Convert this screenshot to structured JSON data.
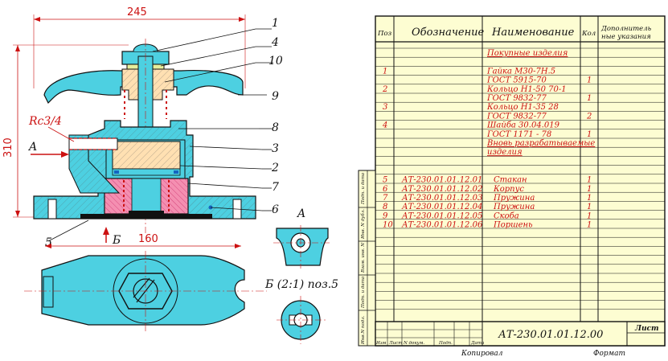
{
  "drawing": {
    "dims": {
      "width": "245",
      "height": "310",
      "bottom_width": "160",
      "thread": "Rc3/4"
    },
    "callouts": [
      "1",
      "4",
      "10",
      "9",
      "8",
      "3",
      "2",
      "7",
      "6",
      "5"
    ],
    "views": {
      "a_arrow": "A",
      "b_arrow": "Б",
      "a_view": "A",
      "b_view": "Б (2:1) поз.5"
    }
  },
  "spec": {
    "headers": {
      "pos": "Поз",
      "designation": "Обозначение",
      "name": "Наименование",
      "qty": "Кол",
      "notes": "Дополнитель ные указания"
    },
    "rows": [
      {
        "pos": "",
        "designation": "",
        "name": "Покупные изделия",
        "qty": "",
        "underline": true
      },
      {
        "pos": "",
        "designation": "",
        "name": "",
        "qty": ""
      },
      {
        "pos": "1",
        "designation": "",
        "name": "Гайка М30-7Н.5",
        "qty": ""
      },
      {
        "pos": "",
        "designation": "",
        "name": "ГОСТ 5915-70",
        "qty": "1"
      },
      {
        "pos": "2",
        "designation": "",
        "name": "Кольцо Н1-50   70-1",
        "qty": ""
      },
      {
        "pos": "",
        "designation": "",
        "name": "ГОСТ 9832-77",
        "qty": "1"
      },
      {
        "pos": "3",
        "designation": "",
        "name": "Кольцо  Н1-35 28",
        "qty": ""
      },
      {
        "pos": "",
        "designation": "",
        "name": "ГОСТ 9832-77",
        "qty": "2"
      },
      {
        "pos": "4",
        "designation": "",
        "name": "Шайба 30.04.019",
        "qty": ""
      },
      {
        "pos": "",
        "designation": "",
        "name": "ГОСТ 1171 - 78",
        "qty": "1"
      },
      {
        "pos": "",
        "designation": "",
        "name": "Вновь разрабатываемые",
        "qty": "",
        "underline": true
      },
      {
        "pos": "",
        "designation": "",
        "name": "изделия",
        "qty": "",
        "underline": true
      },
      {
        "pos": "",
        "designation": "",
        "name": "",
        "qty": ""
      },
      {
        "pos": "5",
        "designation": "АТ-230.01.01.12.01",
        "name": "Стакан",
        "qty": "1"
      },
      {
        "pos": "6",
        "designation": "АТ-230.01.01.12.02",
        "name": "Корпус",
        "qty": "1"
      },
      {
        "pos": "7",
        "designation": "АТ-230.01.01.12.03",
        "name": "Пружина",
        "qty": "1"
      },
      {
        "pos": "8",
        "designation": "АТ-230.01.01.12.04",
        "name": "Пружина",
        "qty": "1"
      },
      {
        "pos": "9",
        "designation": "АТ-230.01.01.12.05",
        "name": "Скоба",
        "qty": "1"
      },
      {
        "pos": "10",
        "designation": "АТ-230.01.01.12.06",
        "name": "Поршень",
        "qty": "1"
      }
    ],
    "side_labels": [
      "Подп. и дата",
      "Инв. N дубл.",
      "Взам. инв. N",
      "Подп. и дата",
      "Инв.N подл."
    ],
    "title_block": {
      "code": "АТ-230.01.01.12.00",
      "sheet": "Лист",
      "cols": [
        "Изм",
        "Лист",
        "N докум.",
        "Подп.",
        "Дата"
      ]
    },
    "footer": {
      "copied": "Копировал",
      "format": "Формат"
    }
  }
}
